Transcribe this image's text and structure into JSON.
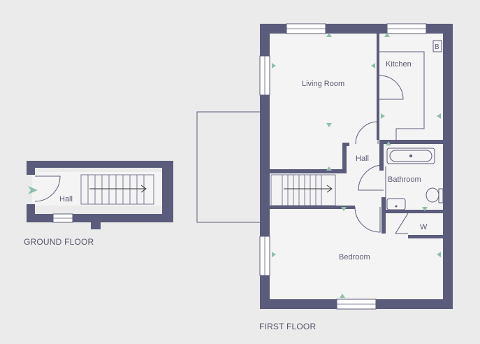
{
  "ground_floor": {
    "caption": "GROUND FLOOR",
    "rooms": {
      "hall": "Hall"
    }
  },
  "first_floor": {
    "caption": "FIRST FLOOR",
    "rooms": {
      "living_room": "Living Room",
      "kitchen": "Kitchen",
      "hall": "Hall",
      "bathroom": "Bathroom",
      "bedroom": "Bedroom",
      "wardrobe": "W",
      "boiler": "B"
    }
  },
  "colors": {
    "wall": "#5b5b7b",
    "background": "#ebebeb",
    "marker": "#8fbfab"
  }
}
